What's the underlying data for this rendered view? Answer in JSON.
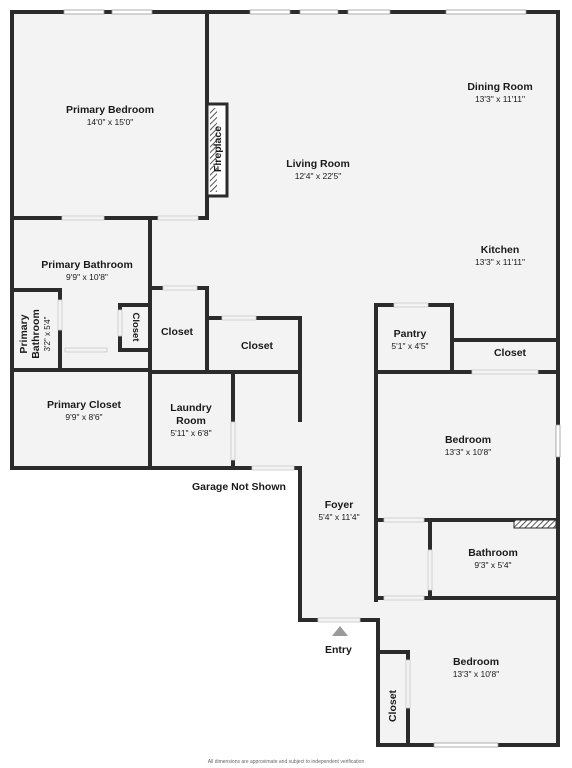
{
  "rooms": {
    "primary_bedroom": {
      "name": "Primary Bedroom",
      "dims": "14'0\" x 15'0\""
    },
    "living_room": {
      "name": "Living Room",
      "dims": "12'4\" x 22'5\""
    },
    "dining_room": {
      "name": "Dining Room",
      "dims": "13'3\" x 11'11\""
    },
    "kitchen": {
      "name": "Kitchen",
      "dims": "13'3\" x 11'11\""
    },
    "primary_bathroom": {
      "name": "Primary Bathroom",
      "dims": "9'9\" x 10'8\""
    },
    "primary_bathroom_small": {
      "name_line1": "Primary",
      "name_line2": "Bathroom",
      "dims": "3'2\" x 5'4\""
    },
    "closet_pb": {
      "name": "Closet"
    },
    "closet_center_small": {
      "name": "Closet"
    },
    "closet_center_wide": {
      "name": "Closet"
    },
    "pantry": {
      "name": "Pantry",
      "dims": "5'1\" x 4'5\""
    },
    "closet_kitchen": {
      "name": "Closet"
    },
    "primary_closet": {
      "name": "Primary Closet",
      "dims": "9'9\" x 8'6\""
    },
    "laundry_room": {
      "name_line1": "Laundry",
      "name_line2": "Room",
      "dims": "5'11\" x 6'8\""
    },
    "bedroom_1": {
      "name": "Bedroom",
      "dims": "13'3\" x 10'8\""
    },
    "foyer": {
      "name": "Foyer",
      "dims": "5'4\" x 11'4\""
    },
    "bathroom": {
      "name": "Bathroom",
      "dims": "9'3\" x 5'4\""
    },
    "bedroom_2": {
      "name": "Bedroom",
      "dims": "13'3\" x 10'8\""
    },
    "closet_bedroom_2": {
      "name": "Closet"
    }
  },
  "features": {
    "fireplace": "Fireplace",
    "garage_note": "Garage Not Shown",
    "entry": "Entry"
  },
  "disclaimer": "All dimensions are approximate and subject to independent verification",
  "colors": {
    "wall": "#2b2b2b",
    "floor": "#f3f3f3",
    "window": "#ffffff",
    "entry_arrow": "#9a9a9a"
  }
}
